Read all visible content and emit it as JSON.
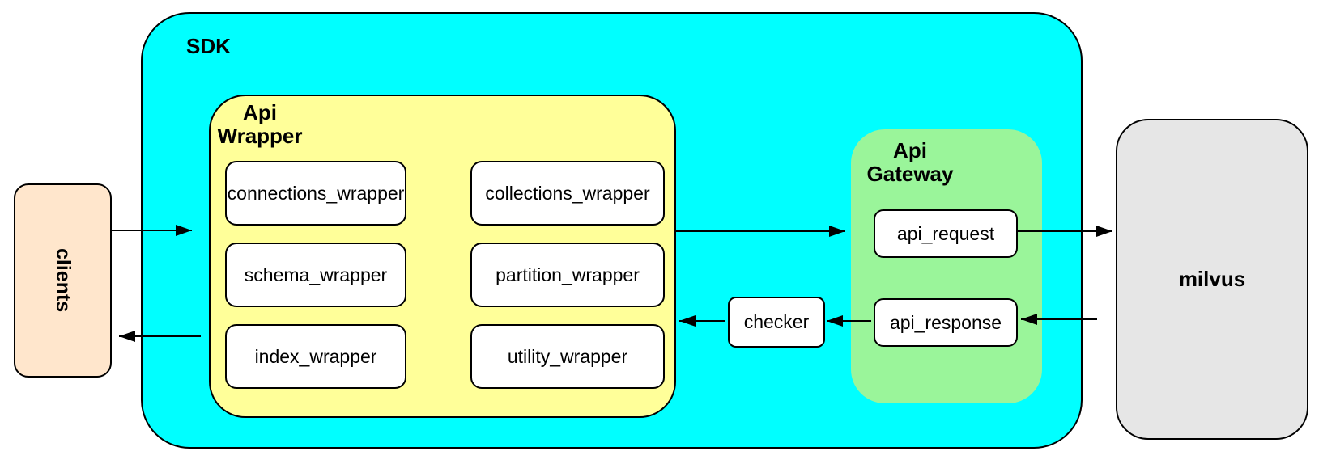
{
  "diagram": {
    "nodes": {
      "clients": {
        "label": "clients",
        "fill": "#ffe6cc"
      },
      "sdk": {
        "label": "SDK",
        "fill": "#00ffff"
      },
      "api_wrapper": {
        "label": "Api\nWrapper",
        "fill": "#ffff99",
        "boxes": [
          "connections_wrapper",
          "collections_wrapper",
          "schema_wrapper",
          "partition_wrapper",
          "index_wrapper",
          "utility_wrapper"
        ]
      },
      "checker": {
        "label": "checker",
        "fill": "#ffffff"
      },
      "api_gateway": {
        "label": "Api\nGateway",
        "fill": "#9af59a",
        "boxes": [
          "api_request",
          "api_response"
        ]
      },
      "milvus": {
        "label": "milvus",
        "fill": "#e6e6e6"
      }
    },
    "connections": [
      {
        "from": "clients",
        "to": "sdk"
      },
      {
        "from": "sdk",
        "to": "clients"
      },
      {
        "from": "api_wrapper",
        "to": "api_gateway"
      },
      {
        "from": "api_request",
        "to": "milvus"
      },
      {
        "from": "milvus",
        "to": "api_response"
      },
      {
        "from": "api_response",
        "to": "checker"
      },
      {
        "from": "checker",
        "to": "api_wrapper"
      }
    ],
    "stroke_color": "#000000"
  }
}
